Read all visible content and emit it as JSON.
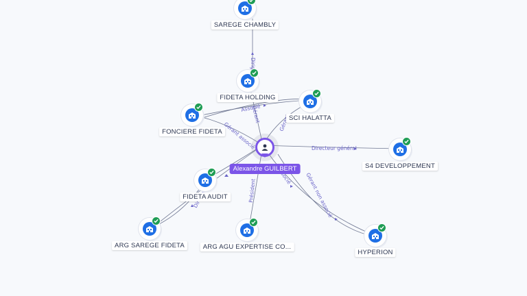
{
  "person": {
    "name": "Alexandre GUILBERT"
  },
  "companies": [
    {
      "id": "sarege-chambly",
      "name": "SAREGE CHAMBLY"
    },
    {
      "id": "fideta-holding",
      "name": "FIDETA HOLDING"
    },
    {
      "id": "sci-halatta",
      "name": "SCI HALATTA"
    },
    {
      "id": "fonciere-fideta",
      "name": "FONCIERE FIDETA"
    },
    {
      "id": "s4-developpement",
      "name": "S4 DEVELOPPEMENT"
    },
    {
      "id": "fideta-audit",
      "name": "FIDETA AUDIT"
    },
    {
      "id": "arg-sarege-fideta",
      "name": "ARG SAREGE FIDETA"
    },
    {
      "id": "arg-agu-expertise",
      "name": "ARG AGU EXPERTISE CO..."
    },
    {
      "id": "hyperion",
      "name": "HYPERION"
    }
  ],
  "edge_labels": {
    "e1": "Dirigeant",
    "e2": "Gérant",
    "e3": "Associé",
    "e4": "Gérant",
    "e5": "Gérant associé",
    "e6": "Directeur général",
    "e7": "Associé",
    "e8": "Président",
    "e9": "Gérant non associé",
    "e10": "Directeur"
  },
  "colors": {
    "company": "#1f6fe5",
    "verified": "#1f9d55",
    "person": "#7b55e8",
    "edge_label": "#6a64c8"
  },
  "icons": {
    "company": "building-icon",
    "verified": "check-icon",
    "person": "person-icon"
  }
}
